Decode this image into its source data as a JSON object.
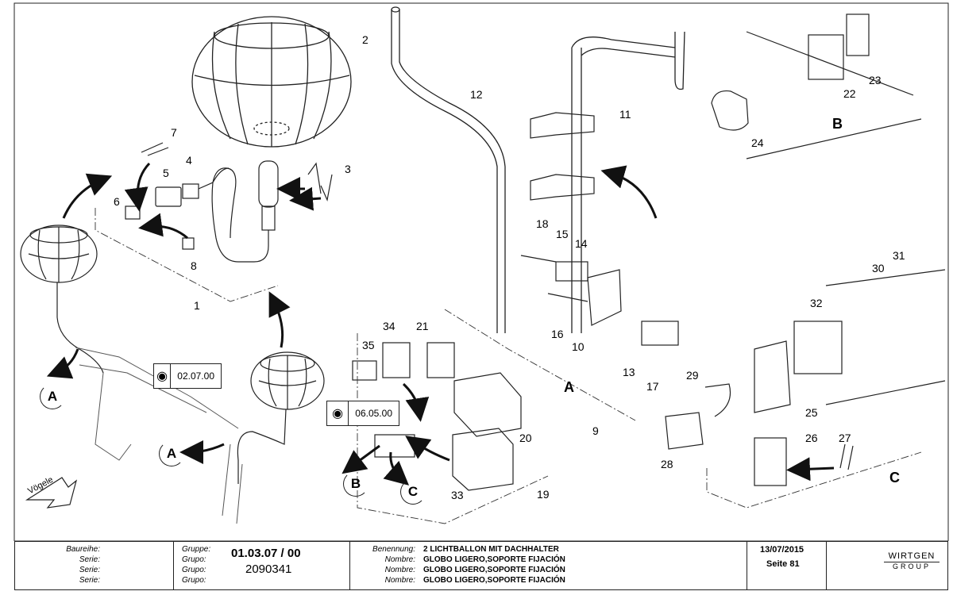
{
  "callouts": [
    "1",
    "2",
    "3",
    "4",
    "5",
    "6",
    "7",
    "8",
    "9",
    "10",
    "11",
    "12",
    "13",
    "14",
    "15",
    "16",
    "17",
    "18",
    "19",
    "20",
    "21",
    "22",
    "23",
    "24",
    "25",
    "26",
    "27",
    "28",
    "29",
    "30",
    "31",
    "32",
    "33",
    "34",
    "35"
  ],
  "section_letters": [
    "A",
    "B",
    "C"
  ],
  "circle_refs": [
    "A",
    "A",
    "B",
    "C"
  ],
  "ref_boxes": [
    "02.07.00",
    "06.05.00"
  ],
  "brand_arrow_text": "Vögele",
  "title_block": {
    "left_labels": [
      "Baureihe:",
      "Serie:",
      "Serie:",
      "Serie:"
    ],
    "group_labels": [
      "Gruppe:",
      "Grupo:",
      "Grupo:",
      "Grupo:"
    ],
    "group_code": "01.03.07 / 00",
    "part_number": "2090341",
    "name_labels": [
      "Benennung:",
      "Nombre:",
      "Nombre:",
      "Nombre:"
    ],
    "names": [
      "2 LICHTBALLON MIT DACHHALTER",
      "GLOBO LIGERO,SOPORTE FIJACIÓN",
      "GLOBO LIGERO,SOPORTE FIJACIÓN",
      "GLOBO LIGERO,SOPORTE FIJACIÓN"
    ],
    "date": "13/07/2015",
    "page": "Seite 81",
    "logo_top": "WIRTGEN",
    "logo_bottom": "GROUP"
  }
}
